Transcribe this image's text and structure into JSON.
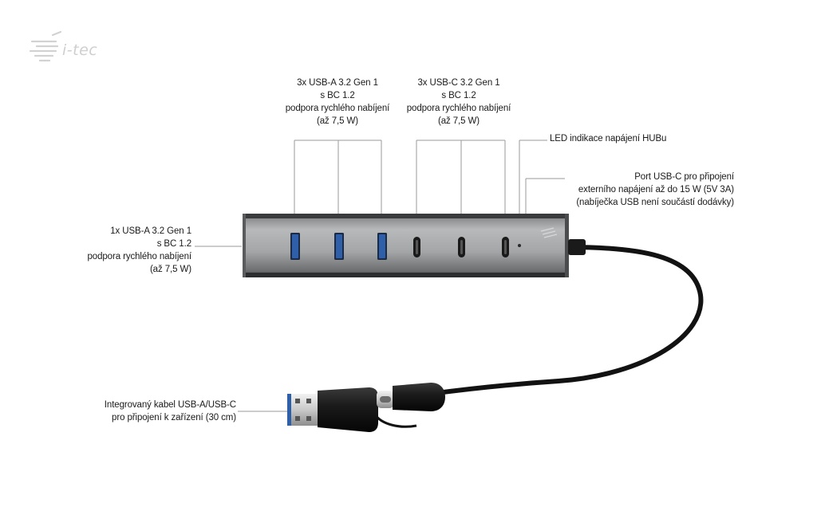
{
  "brand": {
    "logo_text": "i-tec"
  },
  "labels": {
    "usb_a_group": [
      "3x USB-A 3.2 Gen 1",
      "s BC 1.2",
      "podpora rychlého nabíjení",
      "(až 7,5 W)"
    ],
    "usb_c_group": [
      "3x USB-C 3.2 Gen 1",
      "s BC 1.2",
      "podpora rychlého nabíjení",
      "(až 7,5 W)"
    ],
    "led": [
      "LED indikace napájení HUBu"
    ],
    "power_port": [
      "Port USB-C pro připojení",
      "externího napájení až do 15 W (5V 3A)",
      "(nabíječka USB není součástí dodávky)"
    ],
    "side_usb_a": [
      "1x USB-A 3.2 Gen 1",
      "s BC 1.2",
      "podpora rychlého nabíjení",
      "(až 7,5 W)"
    ],
    "cable": [
      "Integrovaný kabel USB-A/USB-C",
      "pro připojení k zařízení (30 cm)"
    ]
  },
  "colors": {
    "hub_body": "#a9aaac",
    "hub_dark": "#3b3c3e",
    "usb_blue": "#2f5fa8",
    "cable": "#121212",
    "line": "#9a9a9a"
  }
}
